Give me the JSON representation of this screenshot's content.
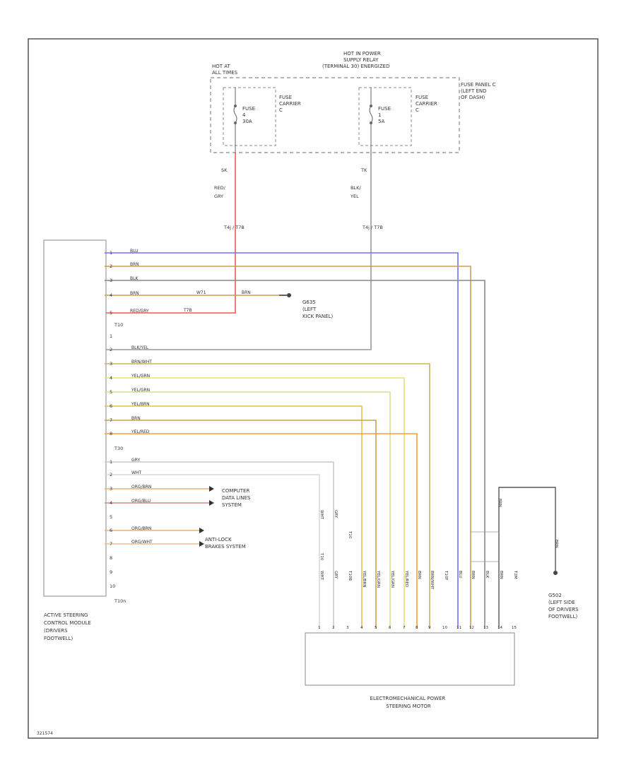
{
  "labels": {
    "hot_at_all_times": [
      "HOT AT",
      "ALL TIMES"
    ],
    "hot_in_power_relay": [
      "HOT IN POWER",
      "SUPPLY RELAY",
      "(TERMINAL 30) ENERGIZED"
    ],
    "fuse_panel_c": [
      "FUSE PANEL C",
      "(LEFT END",
      "OF DASH)"
    ],
    "fuse_carrier_left": [
      "FUSE",
      "CARRIER",
      "C"
    ],
    "fuse_carrier_right": [
      "FUSE",
      "CARRIER",
      "C"
    ],
    "fuse_left": [
      "FUSE",
      "4",
      "30A"
    ],
    "fuse_right": [
      "FUSE",
      "1",
      "5A"
    ],
    "active_steering_module": [
      "ACTIVE STEERING",
      "CONTROL MODULE",
      "(DRIVERS",
      "FOOTWELL)"
    ],
    "motor": [
      "ELECTROMECHANICAL POWER",
      "STEERING MOTOR"
    ],
    "g635": [
      "G635",
      "(LEFT",
      "KICK PANEL)"
    ],
    "g502": [
      "G502",
      "(LEFT SIDE",
      "OF DRIVERS",
      "FOOTWELL)"
    ],
    "computer_data_lines": [
      "COMPUTER",
      "DATA LINES",
      "SYSTEM"
    ],
    "antilock_brakes": [
      "ANTI-LOCK",
      "BRAKES SYSTEM"
    ],
    "figure_id": "321574"
  },
  "fuse_feed": {
    "left": {
      "pin": "SK",
      "wire": [
        "RED/",
        "GRY"
      ],
      "conn": "T4j  / T7B"
    },
    "right": {
      "pin": "TK",
      "wire": [
        "BLK/",
        "YEL"
      ],
      "conn": "T4j  / T7B"
    }
  },
  "module_wires": [
    {
      "pin": "1",
      "label": "BLU",
      "color": "#7070ff"
    },
    {
      "pin": "2",
      "label": "BRN",
      "color": "#c8a050"
    },
    {
      "pin": "3",
      "label": "BLK",
      "color": "#888888"
    },
    {
      "pin": "4",
      "label": "BRN",
      "color": "#c8a050"
    },
    {
      "pin": "5",
      "label": "RED/GRY",
      "color": "#f06060"
    }
  ],
  "g635_wire": {
    "splice": "W71",
    "label": "BRN"
  },
  "t10_rear_label": "T7B",
  "connectors": {
    "t10": "T10",
    "t30": "T30",
    "t10n": "T10n"
  },
  "t10_wires": [
    {
      "pin": "1",
      "label": "",
      "color": ""
    },
    {
      "pin": "2",
      "label": "BLK/YEL",
      "color": "#b8c890"
    },
    {
      "pin": "3",
      "label": "BRN/WHT",
      "color": "#d0b060"
    },
    {
      "pin": "4",
      "label": "YEL/GRN",
      "color": "#e8e070"
    },
    {
      "pin": "5",
      "label": "YEL/GRN",
      "color": "#d8e090"
    },
    {
      "pin": "6",
      "label": "YEL/BRN",
      "color": "#e8c050"
    },
    {
      "pin": "7",
      "label": "BRN",
      "color": "#c8a050"
    },
    {
      "pin": "8",
      "label": "YEL/RED",
      "color": "#f0a040"
    }
  ],
  "t30_wires": [
    {
      "pin": "1",
      "label": "GRY",
      "color": "#c8c8c8"
    },
    {
      "pin": "2",
      "label": "WHT",
      "color": "#d8d8d8"
    },
    {
      "pin": "3",
      "label": "ORG/BRN",
      "color": "#f0b070"
    },
    {
      "pin": "4",
      "label": "ORG/BLU",
      "color": "#d08888"
    },
    {
      "pin": "5",
      "label": "",
      "color": ""
    },
    {
      "pin": "6",
      "label": "ORG/BRN",
      "color": "#f0b070"
    },
    {
      "pin": "7",
      "label": "ORG/WHT",
      "color": "#f0c080"
    },
    {
      "pin": "8",
      "label": "",
      "color": ""
    },
    {
      "pin": "9",
      "label": "",
      "color": ""
    },
    {
      "pin": "10",
      "label": "",
      "color": ""
    }
  ],
  "motor_pins": [
    {
      "pin": "1",
      "label": "WHT",
      "color": "#c0c0c0"
    },
    {
      "pin": "2",
      "label": "GRY",
      "color": "#c0c0c0"
    },
    {
      "pin": "3",
      "label": "T10B",
      "color": ""
    },
    {
      "pin": "4",
      "label": "YEL/BRN",
      "color": "#e8c050"
    },
    {
      "pin": "5",
      "label": "YEL/GRN",
      "color": "#d8e090"
    },
    {
      "pin": "6",
      "label": "YEL/GRN",
      "color": "#e8e070"
    },
    {
      "pin": "7",
      "label": "YEL/RED",
      "color": "#f0a040"
    },
    {
      "pin": "8",
      "label": "BRN",
      "color": "#c8a050"
    },
    {
      "pin": "9",
      "label": "BRN/WHT",
      "color": "#d0b060"
    },
    {
      "pin": "10",
      "label": "T10F",
      "color": ""
    },
    {
      "pin": "11",
      "label": "BLU",
      "color": "#7070ff"
    },
    {
      "pin": "12",
      "label": "BRN",
      "color": "#c8a050"
    },
    {
      "pin": "13",
      "label": "BLK",
      "color": "#888888"
    },
    {
      "pin": "14",
      "label": "BRN",
      "color": "#c8a050"
    },
    {
      "pin": "15",
      "label": "T2M",
      "color": ""
    }
  ],
  "splice_labels": {
    "t10_left": "T10",
    "t10_right": "T10",
    "g502_wire": "BRN",
    "g502_wire2": "BRN"
  }
}
